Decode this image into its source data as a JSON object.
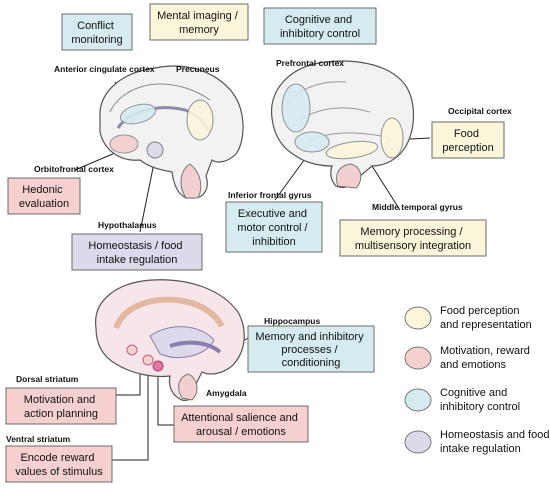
{
  "colors": {
    "food": "#fbf6da",
    "motivation": "#f6cfcf",
    "cognitive": "#d5ebf0",
    "homeostasis": "#ddd8ea",
    "box_border": "#6b6b6b",
    "brain_fill": "#f2f2f2",
    "brain_stroke": "#555555"
  },
  "labels": {
    "anterior_cingulate": "Anterior cingulate cortex",
    "precuneus": "Precuneus",
    "prefrontal": "Prefrontal cortex",
    "occipital": "Occipital cortex",
    "orbitofrontal": "Orbitofrontal cortex",
    "hypothalamus": "Hypothalamus",
    "inferior_frontal": "Inferior frontal gyrus",
    "middle_temporal": "Middle temporal gyrus",
    "hippocampus": "Hippocampus",
    "amygdala": "Amygdala",
    "dorsal_striatum": "Dorsal striatum",
    "ventral_striatum": "Ventral striatum"
  },
  "boxes": {
    "conflict": [
      "Conflict",
      "monitoring"
    ],
    "mental": [
      "Mental imaging /",
      "memory"
    ],
    "cognitive_inhib": [
      "Cognitive and",
      "inhibitory control"
    ],
    "food_perception": [
      "Food",
      "perception"
    ],
    "hedonic": [
      "Hedonic",
      "evaluation"
    ],
    "homeostasis": [
      "Homeostasis / food",
      "intake regulation"
    ],
    "executive": [
      "Executive and",
      "motor control /",
      "inhibition"
    ],
    "memory_processing": [
      "Memory processing /",
      "multisensory integration"
    ],
    "memory_inhibitory": [
      "Memory and inhibitory",
      "processes /",
      "conditioning"
    ],
    "motivation_action": [
      "Motivation and",
      "action planning"
    ],
    "attentional": [
      "Attentional salience and",
      "arousal / emotions"
    ],
    "encode": [
      "Encode reward",
      "values of stimulus"
    ]
  },
  "legend": [
    {
      "category": "food",
      "lines": [
        "Food perception",
        "and representation"
      ]
    },
    {
      "category": "motivation",
      "lines": [
        "Motivation, reward",
        "and emotions"
      ]
    },
    {
      "category": "cognitive",
      "lines": [
        "Cognitive and",
        "inhibitory control"
      ]
    },
    {
      "category": "homeostasis",
      "lines": [
        "Homeostasis and food",
        "intake regulation"
      ]
    }
  ]
}
